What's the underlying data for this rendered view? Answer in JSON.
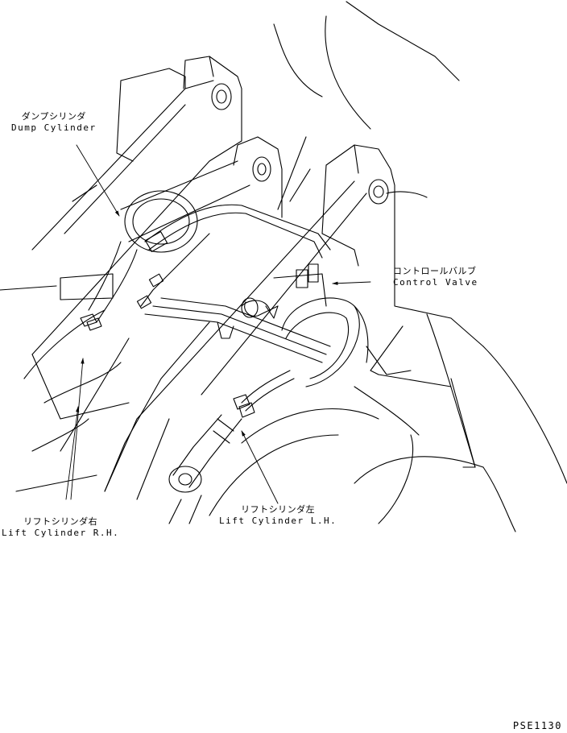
{
  "callouts": {
    "dump_cylinder": {
      "jp": "ダンプシリンダ",
      "en": "Dump Cylinder"
    },
    "control_valve": {
      "jp": "コントロールバルブ",
      "en": "Control Valve"
    },
    "lift_cylinder_rh": {
      "jp": "リフトシリンダ右",
      "en": "Lift Cylinder R.H."
    },
    "lift_cylinder_lh": {
      "jp": "リフトシリンダ左",
      "en": "Lift Cylinder L.H."
    }
  },
  "drawing_code": "PSE1130"
}
